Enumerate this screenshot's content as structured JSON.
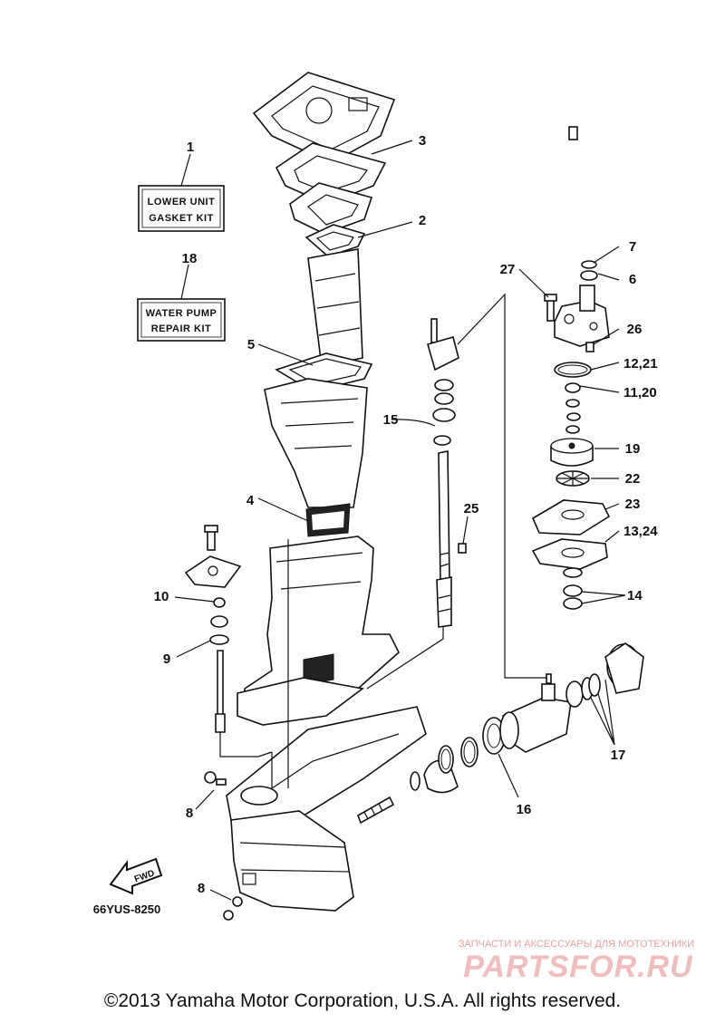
{
  "boxes": {
    "lower_unit_gasket_kit": [
      "LOWER UNIT",
      "GASKET KIT"
    ],
    "water_pump_repair_kit": [
      "WATER PUMP",
      "REPAIR KIT"
    ]
  },
  "callouts": [
    "1",
    "2",
    "3",
    "4",
    "5",
    "6",
    "7",
    "8",
    "8",
    "9",
    "10",
    "11,20",
    "12,21",
    "13,24",
    "14",
    "15",
    "16",
    "17",
    "18",
    "19",
    "22",
    "23",
    "25",
    "26",
    "27"
  ],
  "fwd_label": "FWD",
  "diagram_code": "66YUS-8250",
  "watermark": {
    "tagline": "ЗАПЧАСТИ И АКСЕССУАРЫ ДЛЯ МОТОТЕХНИКИ",
    "brand": "PARTSFOR.RU"
  },
  "copyright": "©2013 Yamaha Motor Corporation, U.S.A. All rights reserved."
}
